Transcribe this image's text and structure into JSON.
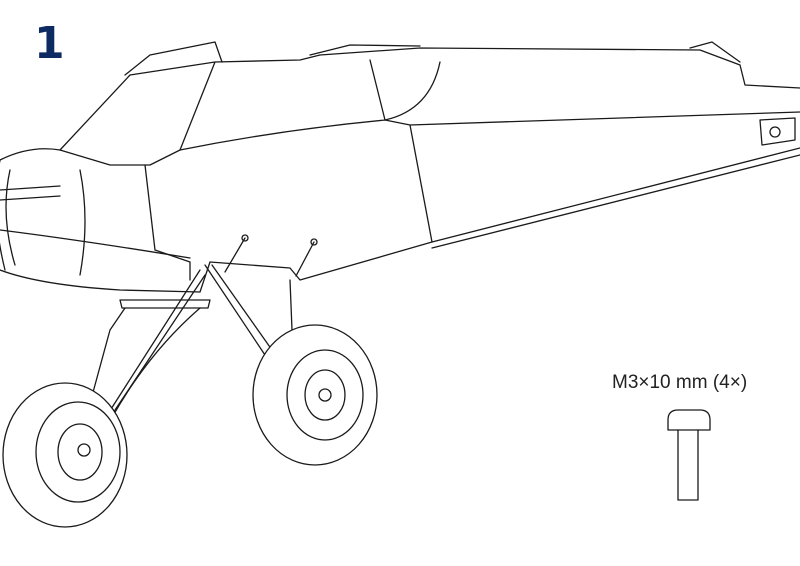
{
  "step": {
    "number": "1",
    "color": "#0d2a63"
  },
  "hardware": {
    "label": "M3×10 mm (4×)",
    "icon": "screw-icon"
  },
  "illustration": {
    "subject": "airplane-landing-gear-assembly"
  }
}
